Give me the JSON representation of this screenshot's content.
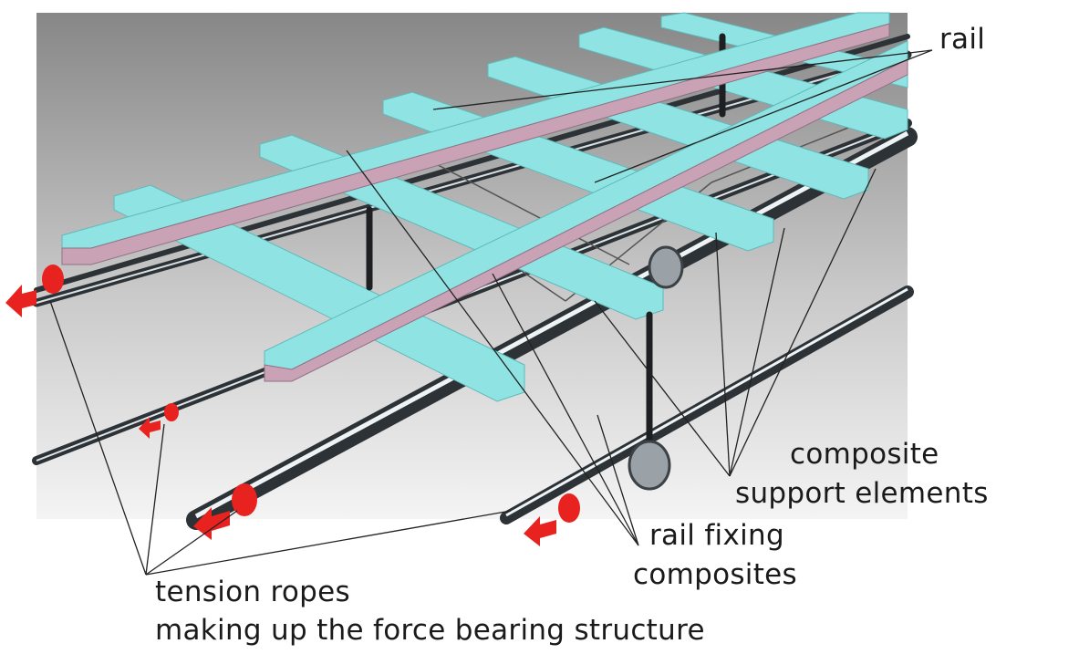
{
  "diagram": {
    "labels": {
      "rail": "rail",
      "composite_line1": "composite",
      "composite_line2": "support elements",
      "fixing_line1": "rail fixing",
      "fixing_line2": "composites",
      "tension_line1": "tension ropes",
      "tension_line2": "making up the force bearing structure"
    },
    "colors": {
      "background_top": "#8c8c8c",
      "background_bottom": "#f2f2f2",
      "sleeper": "#8fe3e3",
      "rail_web": "#c9a3b5",
      "rope": "#3a3f44",
      "rope_highlight": "#e8eef2",
      "arrow": "#e8231f",
      "leader_line": "#222222"
    },
    "icons": [
      "tension-arrow-icon"
    ]
  }
}
